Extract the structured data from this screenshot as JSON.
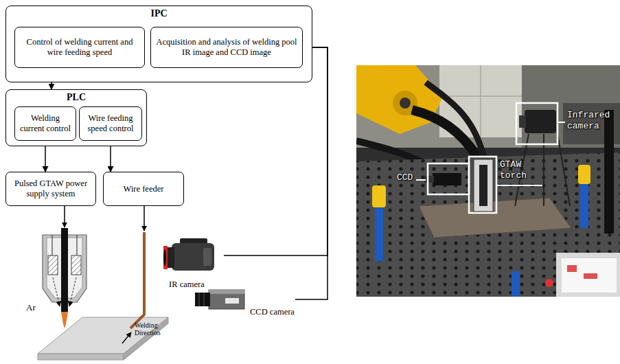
{
  "diagram": {
    "nodes": [
      {
        "text": [
          "IPC"
        ]
      },
      {
        "text": [
          "Control of welding current and wire feeding speed"
        ],
        "in": 0
      },
      {
        "text": [
          "Acquisition and analysis of welding pool IR image and CCD image"
        ],
        "in": 0
      },
      {
        "text": [
          "PLC"
        ]
      },
      {
        "text": [
          "Welding current control"
        ],
        "in": 3
      },
      {
        "text": [
          "Wire feeding speed control"
        ],
        "in": 3
      },
      {
        "text": [
          "Pulsed GTAW power supply system"
        ]
      },
      {
        "text": [
          "Wire feeder"
        ]
      },
      {
        "text": [
          "IR camera"
        ]
      },
      {
        "text": [
          "CCD camera"
        ]
      }
    ],
    "edges": [
      {
        "from": 1,
        "to": 3,
        "arrow": "to"
      },
      {
        "from": 4,
        "to": 6,
        "arrow": "to"
      },
      {
        "from": 5,
        "to": 7,
        "arrow": "to"
      },
      {
        "from": 8,
        "to": 2,
        "arrow": "to"
      },
      {
        "from": 9,
        "to": 2,
        "arrow": "to"
      }
    ],
    "labels": [
      "Ar",
      "Welding Direction",
      "Infrared camera",
      "CCD",
      "GTAW torch"
    ]
  }
}
